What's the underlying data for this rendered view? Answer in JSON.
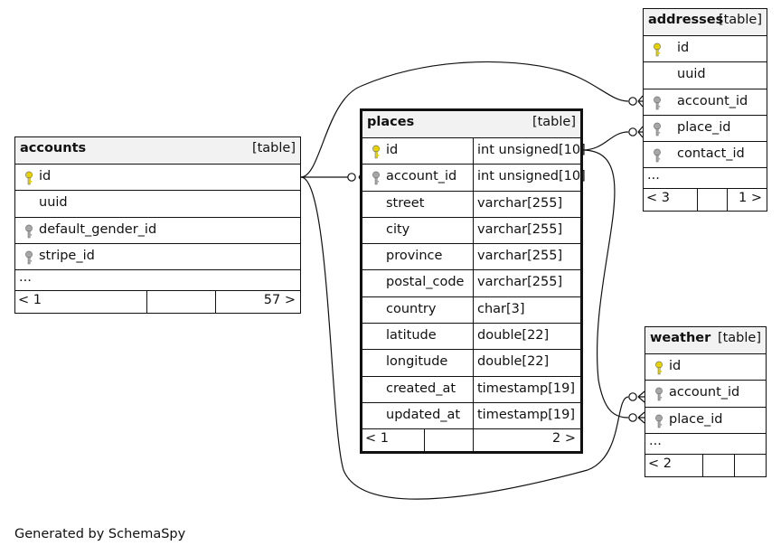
{
  "footer": "Generated by SchemaSpy",
  "tables": {
    "accounts": {
      "name": "accounts",
      "kind": "[table]",
      "columns": [
        {
          "name": "id",
          "key": "primary"
        },
        {
          "name": "uuid",
          "key": ""
        },
        {
          "name": "default_gender_id",
          "key": "foreign"
        },
        {
          "name": "stripe_id",
          "key": "foreign"
        }
      ],
      "more": "...",
      "nav": {
        "prev": "< 1",
        "next": "57 >"
      }
    },
    "places": {
      "name": "places",
      "kind": "[table]",
      "columns": [
        {
          "name": "id",
          "type": "int unsigned[10]",
          "key": "primary"
        },
        {
          "name": "account_id",
          "type": "int unsigned[10]",
          "key": "foreign"
        },
        {
          "name": "street",
          "type": "varchar[255]",
          "key": ""
        },
        {
          "name": "city",
          "type": "varchar[255]",
          "key": ""
        },
        {
          "name": "province",
          "type": "varchar[255]",
          "key": ""
        },
        {
          "name": "postal_code",
          "type": "varchar[255]",
          "key": ""
        },
        {
          "name": "country",
          "type": "char[3]",
          "key": ""
        },
        {
          "name": "latitude",
          "type": "double[22]",
          "key": ""
        },
        {
          "name": "longitude",
          "type": "double[22]",
          "key": ""
        },
        {
          "name": "created_at",
          "type": "timestamp[19]",
          "key": ""
        },
        {
          "name": "updated_at",
          "type": "timestamp[19]",
          "key": ""
        }
      ],
      "nav": {
        "prev": "< 1",
        "next": "2 >"
      }
    },
    "addresses": {
      "name": "addresses",
      "kind": "[table]",
      "columns": [
        {
          "name": "id",
          "key": "primary"
        },
        {
          "name": "uuid",
          "key": ""
        },
        {
          "name": "account_id",
          "key": "foreign"
        },
        {
          "name": "place_id",
          "key": "foreign"
        },
        {
          "name": "contact_id",
          "key": "foreign"
        }
      ],
      "more": "...",
      "nav": {
        "prev": "< 3",
        "next": "1 >"
      }
    },
    "weather": {
      "name": "weather",
      "kind": "[table]",
      "columns": [
        {
          "name": "id",
          "key": "primary"
        },
        {
          "name": "account_id",
          "key": "foreign"
        },
        {
          "name": "place_id",
          "key": "foreign"
        }
      ],
      "more": "...",
      "nav": {
        "prev": "< 2",
        "next": ""
      }
    }
  },
  "colors": {
    "primary_key": "#e6d200",
    "foreign_key": "#a6a6a6",
    "header_bg": "#f2f2f2"
  }
}
